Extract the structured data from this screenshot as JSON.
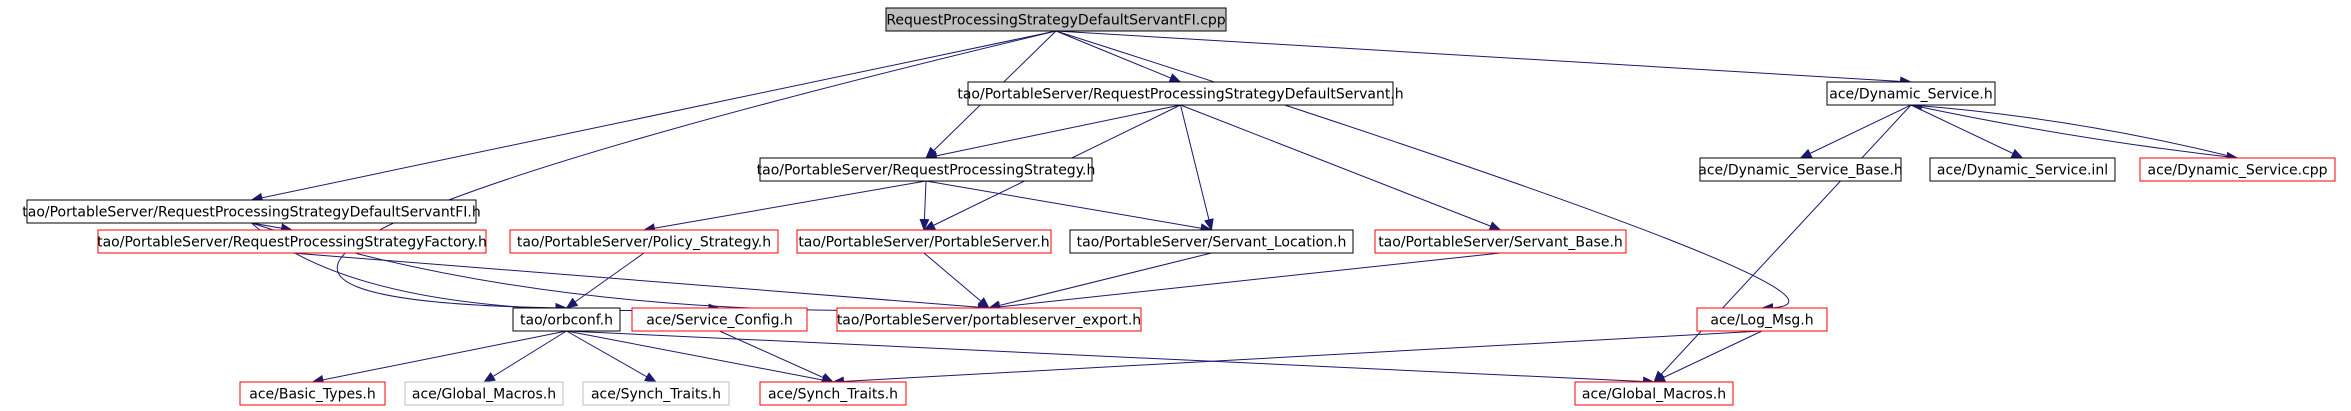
{
  "graph": {
    "colors": {
      "edge": "#191970",
      "border_normal": "#000000",
      "border_red": "#ff0000",
      "border_gray": "#bfbfbf",
      "fill_root": "#bfbfbf",
      "fill_normal": "#ffffff",
      "text": "#000000"
    },
    "nodes": [
      {
        "id": "root",
        "label": "RequestProcessingStrategyDefaultServantFI.cpp",
        "style": "root"
      },
      {
        "id": "fi_h",
        "label": "tao/PortableServer/RequestProcessingStrategyDefaultServantFI.h",
        "style": "normal"
      },
      {
        "id": "ds_h",
        "label": "tao/PortableServer/RequestProcessingStrategyDefaultServant.h",
        "style": "normal"
      },
      {
        "id": "rps_h",
        "label": "tao/PortableServer/RequestProcessingStrategy.h",
        "style": "normal"
      },
      {
        "id": "dyn_h",
        "label": "ace/Dynamic_Service.h",
        "style": "normal"
      },
      {
        "id": "dsb_h",
        "label": "ace/Dynamic_Service_Base.h",
        "style": "normal"
      },
      {
        "id": "dyn_inl",
        "label": "ace/Dynamic_Service.inl",
        "style": "normal"
      },
      {
        "id": "dyn_cpp",
        "label": "ace/Dynamic_Service.cpp",
        "style": "red"
      },
      {
        "id": "factory_h",
        "label": "tao/PortableServer/RequestProcessingStrategyFactory.h",
        "style": "red"
      },
      {
        "id": "policy_h",
        "label": "tao/PortableServer/Policy_Strategy.h",
        "style": "red"
      },
      {
        "id": "ps_h",
        "label": "tao/PortableServer/PortableServer.h",
        "style": "red"
      },
      {
        "id": "sl_h",
        "label": "tao/PortableServer/Servant_Location.h",
        "style": "normal"
      },
      {
        "id": "sb_h",
        "label": "tao/PortableServer/Servant_Base.h",
        "style": "red"
      },
      {
        "id": "orbconf_h",
        "label": "tao/orbconf.h",
        "style": "normal"
      },
      {
        "id": "svc_h",
        "label": "ace/Service_Config.h",
        "style": "red"
      },
      {
        "id": "export_h",
        "label": "tao/PortableServer/portableserver_export.h",
        "style": "red"
      },
      {
        "id": "log_h",
        "label": "ace/Log_Msg.h",
        "style": "red"
      },
      {
        "id": "bt_h",
        "label": "ace/Basic_Types.h",
        "style": "red"
      },
      {
        "id": "gm_gray",
        "label": "ace/Global_Macros.h",
        "style": "gray"
      },
      {
        "id": "st_gray",
        "label": "ace/Synch_Traits.h",
        "style": "gray"
      },
      {
        "id": "st_red",
        "label": "ace/Synch_Traits.h",
        "style": "red"
      },
      {
        "id": "gm_red",
        "label": "ace/Global_Macros.h",
        "style": "red"
      }
    ],
    "edges": [
      [
        "root",
        "fi_h"
      ],
      [
        "root",
        "ds_h"
      ],
      [
        "root",
        "rps_h"
      ],
      [
        "root",
        "dyn_h"
      ],
      [
        "root",
        "orbconf_h"
      ],
      [
        "root",
        "log_h"
      ],
      [
        "ds_h",
        "rps_h"
      ],
      [
        "ds_h",
        "ps_h"
      ],
      [
        "ds_h",
        "sl_h"
      ],
      [
        "ds_h",
        "sb_h"
      ],
      [
        "rps_h",
        "policy_h"
      ],
      [
        "rps_h",
        "ps_h"
      ],
      [
        "rps_h",
        "sl_h"
      ],
      [
        "fi_h",
        "factory_h"
      ],
      [
        "fi_h",
        "svc_h"
      ],
      [
        "fi_h",
        "export_h"
      ],
      [
        "factory_h",
        "export_h"
      ],
      [
        "ps_h",
        "export_h"
      ],
      [
        "sl_h",
        "export_h"
      ],
      [
        "sb_h",
        "export_h"
      ],
      [
        "policy_h",
        "orbconf_h"
      ],
      [
        "orbconf_h",
        "bt_h"
      ],
      [
        "orbconf_h",
        "gm_gray"
      ],
      [
        "orbconf_h",
        "st_gray"
      ],
      [
        "orbconf_h",
        "st_red"
      ],
      [
        "orbconf_h",
        "gm_red"
      ],
      [
        "svc_h",
        "st_red"
      ],
      [
        "dyn_h",
        "dsb_h"
      ],
      [
        "dyn_h",
        "dyn_inl"
      ],
      [
        "dyn_h",
        "dyn_cpp"
      ],
      [
        "dyn_cpp",
        "dyn_h"
      ],
      [
        "dyn_h",
        "gm_red"
      ],
      [
        "log_h",
        "st_red"
      ],
      [
        "log_h",
        "gm_red"
      ]
    ]
  }
}
